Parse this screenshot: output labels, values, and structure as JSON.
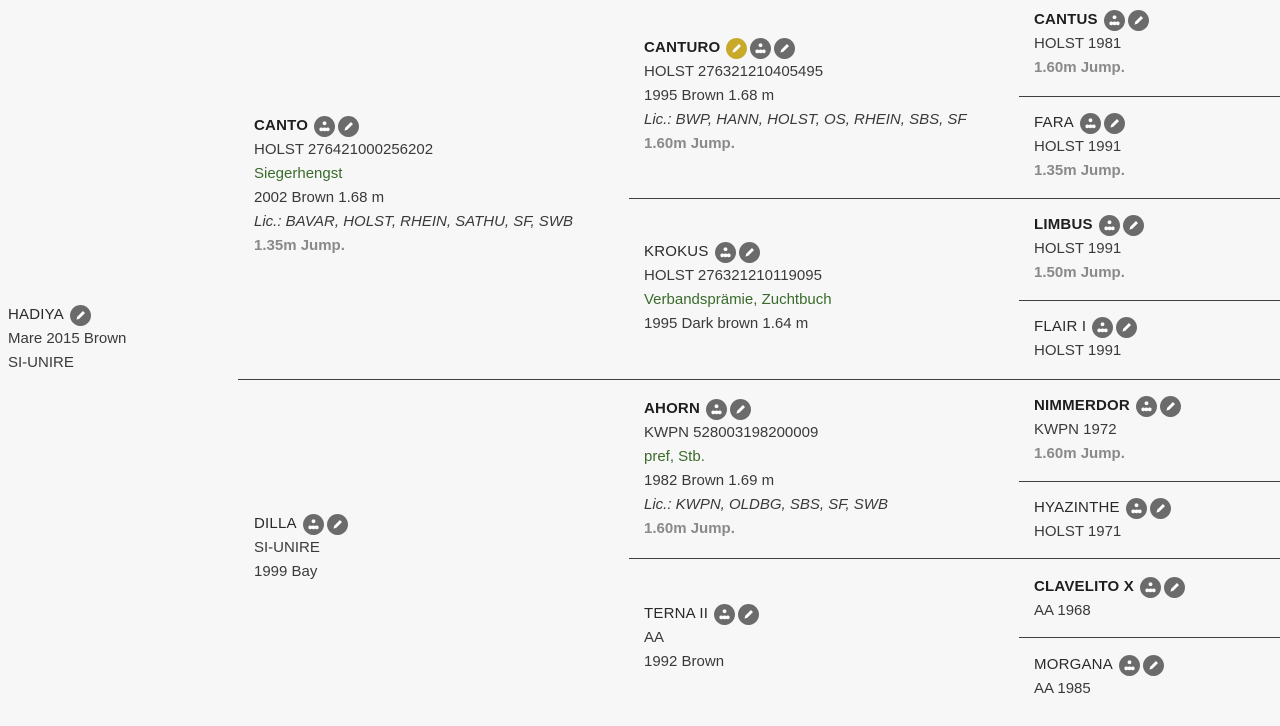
{
  "colors": {
    "award_green": "#3b6b2c",
    "icon_gray": "#6b6b6b",
    "icon_gold": "#c9a92a",
    "line": "#3f3f3f"
  },
  "icons": {
    "pedigree": "pedigree-tree-icon",
    "edit": "edit-pencil-icon"
  },
  "horse": {
    "name": "HADIYA",
    "line1": "Mare 2015 Brown",
    "line2": "SI-UNIRE"
  },
  "sire": {
    "name": "CANTO",
    "reg": "HOLST 276421000256202",
    "award": "Siegerhengst",
    "info": "2002 Brown 1.68 m",
    "lic": "Lic.: BAVAR, HOLST, RHEIN, SATHU, SF, SWB",
    "perf": "1.35m Jump."
  },
  "dam": {
    "name": "DILLA",
    "reg": "SI-UNIRE",
    "info": "1999 Bay"
  },
  "ss": {
    "name": "CANTURO",
    "reg": "HOLST 276321210405495",
    "info": "1995 Brown 1.68 m",
    "lic": "Lic.: BWP, HANN, HOLST, OS, RHEIN, SBS, SF",
    "perf": "1.60m Jump."
  },
  "sd": {
    "name": "KROKUS",
    "reg": "HOLST 276321210119095",
    "award": "Verbandsprämie, Zuchtbuch",
    "info": "1995 Dark brown 1.64 m"
  },
  "ds": {
    "name": "AHORN",
    "reg": "KWPN 528003198200009",
    "award": "pref, Stb.",
    "info": "1982 Brown 1.69 m",
    "lic": "Lic.: KWPN, OLDBG, SBS, SF, SWB",
    "perf": "1.60m Jump."
  },
  "dd": {
    "name": "TERNA II",
    "reg": "AA",
    "info": "1992 Brown"
  },
  "sss": {
    "name": "CANTUS",
    "reg": "HOLST 1981",
    "perf": "1.60m Jump."
  },
  "ssd": {
    "name": "FARA",
    "reg": "HOLST 1991",
    "perf": "1.35m Jump."
  },
  "sds": {
    "name": "LIMBUS",
    "reg": "HOLST 1991",
    "perf": "1.50m Jump."
  },
  "sdd": {
    "name": "FLAIR I",
    "reg": "HOLST 1991"
  },
  "dss": {
    "name": "NIMMERDOR",
    "reg": "KWPN 1972",
    "perf": "1.60m Jump."
  },
  "dsd": {
    "name": "HYAZINTHE",
    "reg": "HOLST 1971"
  },
  "dds": {
    "name": "CLAVELITO X",
    "reg": "AA 1968"
  },
  "ddd": {
    "name": "MORGANA",
    "reg": "AA 1985"
  }
}
